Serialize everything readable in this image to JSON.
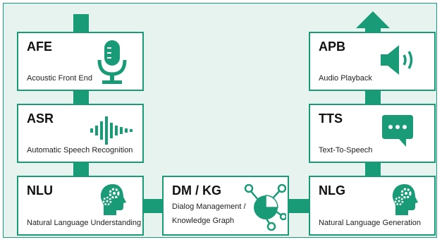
{
  "colors": {
    "accent": "#1a9b78",
    "background": "#e6f3ee",
    "box_fill": "#ffffff"
  },
  "modules": {
    "afe": {
      "title": "AFE",
      "subtitle": "Acoustic Front End",
      "icon": "microphone-icon"
    },
    "asr": {
      "title": "ASR",
      "subtitle": "Automatic Speech Recognition",
      "icon": "soundwave-icon"
    },
    "nlu": {
      "title": "NLU",
      "subtitle": "Natural Language Understanding",
      "icon": "head-gears-icon"
    },
    "dm": {
      "title": "DM / KG",
      "subtitle_line1": "Dialog Management /",
      "subtitle_line2": "Knowledge Graph",
      "icon": "graph-node-icon"
    },
    "nlg": {
      "title": "NLG",
      "subtitle": "Natural Language Generation",
      "icon": "head-gears-icon"
    },
    "tts": {
      "title": "TTS",
      "subtitle": "Text-To-Speech",
      "icon": "chat-bubble-icon"
    },
    "apb": {
      "title": "APB",
      "subtitle": "Audio Playback",
      "icon": "speaker-icon"
    }
  }
}
